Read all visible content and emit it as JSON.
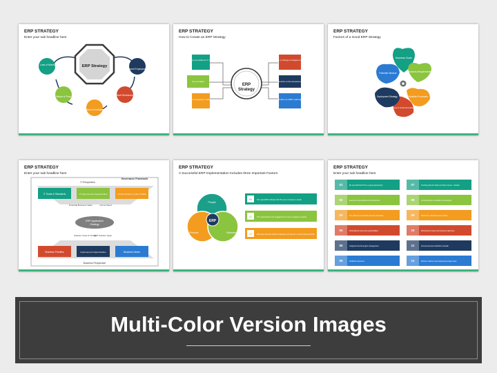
{
  "colors": {
    "green": "#3fb27f",
    "navy": "#1f3a5f",
    "blue": "#2b7bd3",
    "orange": "#f39c1f",
    "red": "#d24a2e",
    "lime": "#8bc43f",
    "teal": "#1aa08a",
    "purple": "#7b3f9e"
  },
  "slides": [
    {
      "title": "ERP STRATEGY",
      "subtitle": "Enter your sub headline here",
      "center": "ERP Strategy",
      "nodes": [
        "Loss of Money",
        "Upset Employees",
        "Waste of Time",
        "Difficult Workarounds",
        "Reduced Confidence"
      ]
    },
    {
      "title": "ERP STRATEGY",
      "subtitle": "How to Create an ERP Strategy",
      "center": [
        "ERP",
        "Strategy"
      ],
      "left_items": [
        "Identify and address IT issues",
        "Set a budget",
        "Plan for integration challenges"
      ],
      "right_items": [
        "Create a change management plan",
        "Conduct a risk assessment",
        "Outline an ERP roadmap"
      ]
    },
    {
      "title": "ERP STRATEGY",
      "subtitle": "Factors of a Good ERP Strategy",
      "petals": [
        "Business Goals",
        "Business Requirements",
        "Realistic Processes",
        "Business & Technical Architecture",
        "Deployment Strategy",
        "Potential Vendors"
      ]
    },
    {
      "title": "ERP STRATEGY",
      "subtitle": "Enter your sub headline here",
      "labels": {
        "it_perspective": "IT Perspective",
        "governance": "Governance Framework",
        "top_boxes": [
          "IT Goals & Standards",
          "IT Improvement Opportunities",
          "Current Services, Costs, & Risks"
        ],
        "potential_value": "Potential Business Value",
        "unmet_need": "Unmet Need",
        "center": [
          "ERP Application",
          "Strategy"
        ],
        "solution_costs": "Solution Costs & Timing",
        "erp_solution_gaps": "ERP Solution Gaps",
        "bottom_boxes": [
          "Business Priorities",
          "Improvement Opportunities",
          "Business Needs"
        ],
        "business_perspective": "Business Perspective"
      }
    },
    {
      "title": "ERP STRATEGY",
      "subtitle": "A Successful ERP Implementation Includes three Important Factors",
      "venn": [
        "People",
        "Process",
        "Software"
      ],
      "venn_center": "ERP",
      "items": [
        {
          "num": "01",
          "text": "The right ERP software that fits your company's needs"
        },
        {
          "num": "02",
          "text": "The participation and engagement of your company's people"
        },
        {
          "num": "03",
          "text": "Processes that will minimize challenges and make for a smooth implementation"
        }
      ]
    },
    {
      "title": "ERP STRATEGY",
      "subtitle": "Enter your sub headline here",
      "left": [
        {
          "num": "01",
          "text": "Be open-Minded This is a great opportunity!"
        },
        {
          "num": "02",
          "text": "Executive sponsorship and involvement"
        },
        {
          "num": "03",
          "text": "The reference and active steering committee"
        },
        {
          "num": "04",
          "text": "Well-defined roles and responsibilities"
        },
        {
          "num": "05",
          "text": "Assigned internal project management"
        },
        {
          "num": "06",
          "text": "Sufficient resources"
        }
      ],
      "right": [
        {
          "num": "07",
          "text": "Tracking tools for tasks and Open issues - Kanban"
        },
        {
          "num": "08",
          "text": "Comprehensive simulations and piloting"
        },
        {
          "num": "09",
          "text": "Short term milestones and reviews"
        },
        {
          "num": "10",
          "text": "Well-defined scope and business objectives"
        },
        {
          "num": "11",
          "text": "Focused process definition and plan"
        },
        {
          "num": "12",
          "text": "Defined, trained, and empowered project team"
        }
      ]
    }
  ],
  "banner": {
    "title": "Multi-Color Version Images"
  }
}
